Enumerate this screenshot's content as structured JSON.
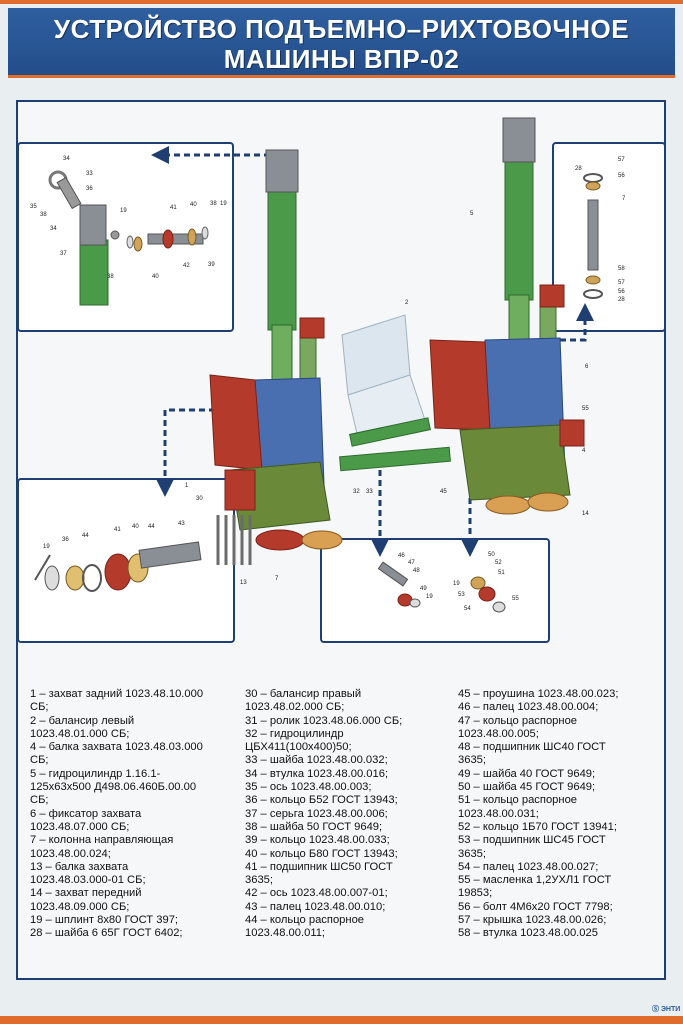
{
  "title_line1": "УСТРОЙСТВО ПОДЪЕМНО–РИХТОВОЧНОЕ",
  "title_line2": "МАШИНЫ ВПР-02",
  "colors": {
    "header": "#2f5fa0",
    "accent": "#e06b2a",
    "frame": "#1f3f73",
    "beam": "#4a6fb0",
    "cylinder": "#4a9a4a",
    "red": "#b43a2c"
  },
  "legend": {
    "col1": [
      "1 – захват задний 1023.48.10.000",
      "СБ;",
      "2 – балансир левый",
      "1023.48.01.000 СБ;",
      "4 – балка захвата 1023.48.03.000",
      "СБ;",
      "5 – гидроцилиндр 1.16.1-",
      "125х63х500 Д498.06.460Б.00.00",
      "СБ;",
      "6 – фиксатор захвата",
      "1023.48.07.000 СБ;",
      "7 – колонна направляющая",
      "1023.48.00.024;",
      "13 – балка захвата",
      "1023.48.03.000-01 СБ;",
      "14 – захват передний",
      "1023.48.09.000 СБ;",
      "19 – шплинт 8х80 ГОСТ 397;",
      "28 – шайба 6 65Г ГОСТ 6402;"
    ],
    "col2": [
      "30 – балансир правый",
      "1023.48.02.000 СБ;",
      "31 – ролик 1023.48.06.000 СБ;",
      "32 – гидроцилиндр",
      "ЦБХ411(100х400)50;",
      "33 – шайба 1023.48.00.032;",
      "34 – втулка 1023.48.00.016;",
      "35 – ось 1023.48.00.003;",
      "36 – кольцо Б52 ГОСТ 13943;",
      "37 – серьга 1023.48.00.006;",
      "38 – шайба 50 ГОСТ 9649;",
      "39 – кольцо 1023.48.00.033;",
      "40 – кольцо Б80 ГОСТ 13943;",
      "41 – подшипник ШС50 ГОСТ",
      "3635;",
      "42 – ось 1023.48.00.007-01;",
      "43 – палец 1023.48.00.010;",
      "44 – кольцо распорное",
      "1023.48.00.011;"
    ],
    "col3": [
      "45 – проушина 1023.48.00.023;",
      "46 – палец 1023.48.00.004;",
      "47 – кольцо распорное",
      "1023.48.00.005;",
      "48 – подшипник ШС40 ГОСТ",
      "3635;",
      "49 – шайба 40 ГОСТ 9649;",
      "50 – шайба 45 ГОСТ 9649;",
      "51 – кольцо распорное",
      "1023.48.00.031;",
      "52 – кольцо 1Б70 ГОСТ 13941;",
      "53 – подшипник ШС45 ГОСТ",
      "3635;",
      "54 – палец 1023.48.00.027;",
      "55 – масленка 1,2УХЛ1 ГОСТ",
      "19853;",
      "56 – болт 4М6х20 ГОСТ 7798;",
      "57 – крышка 1023.48.00.026;",
      "58 – втулка 1023.48.00.025"
    ]
  },
  "main_callouts": [
    "1",
    "2",
    "4",
    "5",
    "6",
    "7",
    "13",
    "14",
    "30",
    "32",
    "33",
    "45",
    "55"
  ],
  "inset_top_left": {
    "labels": [
      "34",
      "33",
      "35",
      "36",
      "38",
      "34",
      "37",
      "19",
      "38",
      "41",
      "40",
      "42",
      "38",
      "19",
      "39",
      "40"
    ]
  },
  "inset_top_right": {
    "labels": [
      "57",
      "56",
      "28",
      "7",
      "58",
      "57",
      "56",
      "28"
    ]
  },
  "inset_bottom_left": {
    "labels": [
      "19",
      "36",
      "44",
      "41",
      "40",
      "44",
      "43"
    ]
  },
  "inset_bottom_right": {
    "labels": [
      "46",
      "47",
      "48",
      "49",
      "19",
      "50",
      "52",
      "51",
      "53",
      "54",
      "55",
      "19"
    ]
  },
  "logo_text": "Ⓢ ЭНТИ"
}
